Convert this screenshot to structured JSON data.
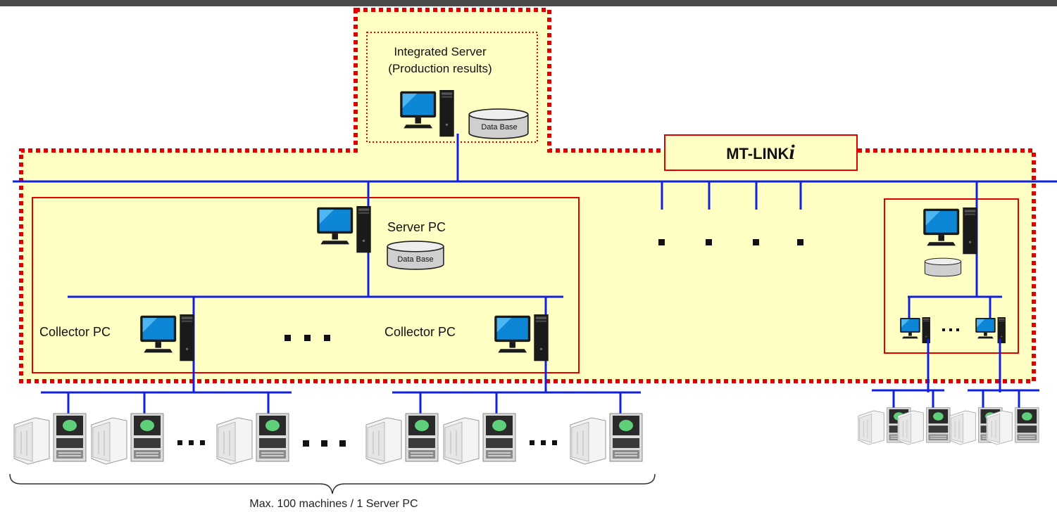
{
  "header_bar_color": "#4a4a4a",
  "colors": {
    "zone_fill": "#ffffc4",
    "zone_border": "#e00000",
    "network_line": "#1020e0",
    "outer_border_style": "dotted"
  },
  "integrated_server": {
    "title_line1": "Integrated Server",
    "title_line2": "(Production results)",
    "db_label": "Data Base"
  },
  "product_label_text": "MT-LINK",
  "product_label_suffix": "i",
  "server_pc": {
    "label": "Server PC",
    "db_label": "Data Base"
  },
  "collectors": [
    {
      "label": "Collector PC"
    },
    {
      "label": "Collector PC"
    }
  ],
  "ellipsis": "...",
  "machines_note": "Max. 100 machines / 1 Server PC",
  "icons": [
    "pc-monitor-icon",
    "pc-tower-icon",
    "database-icon",
    "cnc-machine-icon",
    "brace-icon"
  ]
}
